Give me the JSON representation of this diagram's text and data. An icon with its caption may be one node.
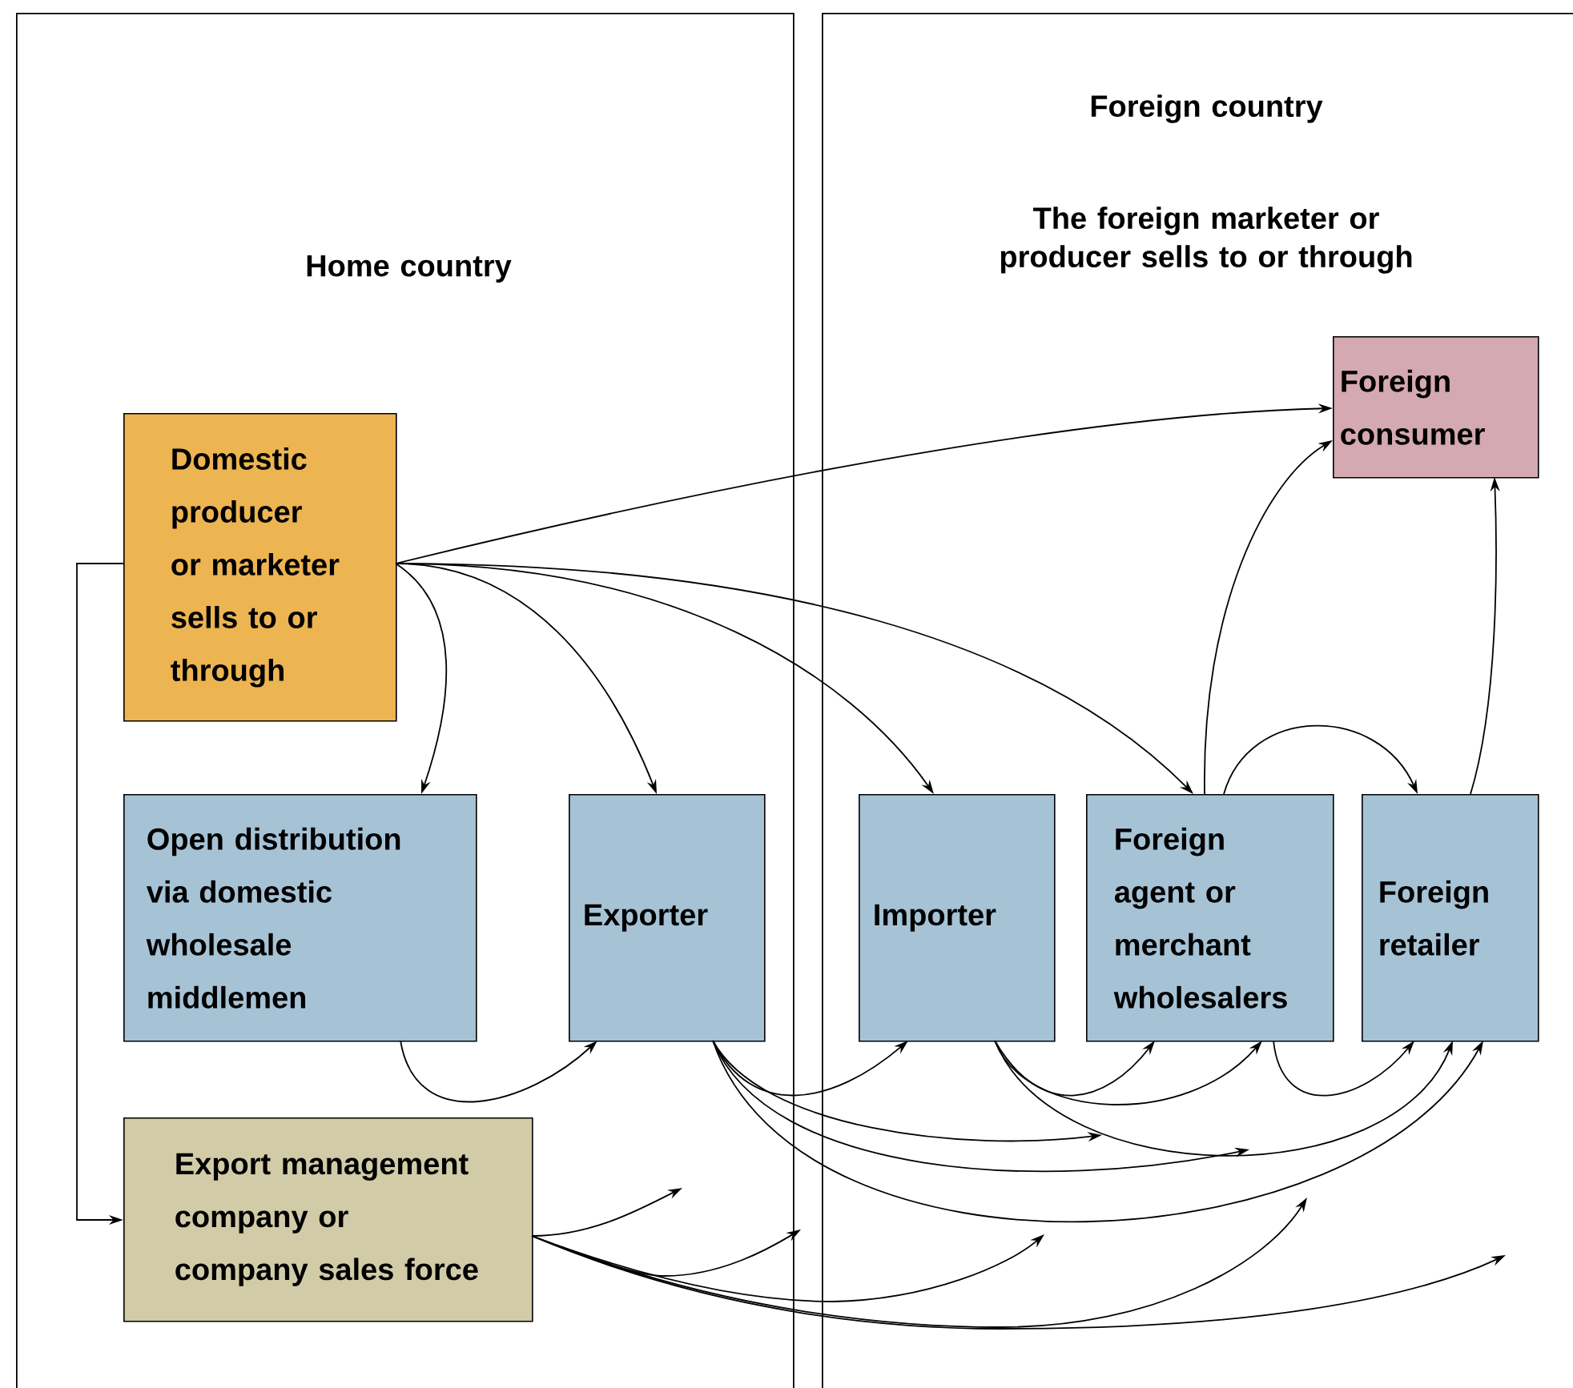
{
  "diagram": {
    "nodes": [
      {
        "text": [
          "Home country"
        ]
      },
      {
        "text": [
          "Foreign country",
          "The foreign marketer or producer sells to or through"
        ]
      },
      {
        "text": [
          "Domestic producer or marketer sells to or through"
        ],
        "in": 0
      },
      {
        "text": [
          "Open distribution via domestic wholesale middlemen"
        ],
        "in": 0
      },
      {
        "text": [
          "Exporter"
        ],
        "in": 0
      },
      {
        "text": [
          "Importer"
        ],
        "in": 1
      },
      {
        "text": [
          "Foreign agent or merchant wholesalers"
        ],
        "in": 1
      },
      {
        "text": [
          "Foreign retailer"
        ],
        "in": 1
      },
      {
        "text": [
          "Foreign consumer"
        ],
        "in": 1
      },
      {
        "text": [
          "Export management company or company sales force"
        ],
        "in": 0
      }
    ],
    "edges": [
      {
        "from": 2,
        "to": 8,
        "arrow": "to"
      },
      {
        "from": 2,
        "to": 3,
        "arrow": "to"
      },
      {
        "from": 2,
        "to": 4,
        "arrow": "to"
      },
      {
        "from": 2,
        "to": 5,
        "arrow": "to"
      },
      {
        "from": 2,
        "to": 6,
        "arrow": "to"
      },
      {
        "from": 2,
        "to": 9,
        "arrow": "to"
      },
      {
        "from": 6,
        "to": 8,
        "arrow": "to"
      },
      {
        "from": 6,
        "to": 7,
        "arrow": "to"
      },
      {
        "from": 7,
        "to": 8,
        "arrow": "to"
      },
      {
        "from": 3,
        "to": 4,
        "arrow": "to"
      },
      {
        "from": 4,
        "to": 5,
        "arrow": "to"
      },
      {
        "from": 4,
        "to": null,
        "arrow": "to"
      },
      {
        "from": 4,
        "to": null,
        "arrow": "to"
      },
      {
        "from": 4,
        "to": 7,
        "arrow": "to"
      },
      {
        "from": 5,
        "to": 6,
        "arrow": "to"
      },
      {
        "from": 5,
        "to": 6,
        "arrow": "to"
      },
      {
        "from": 5,
        "to": 7,
        "arrow": "to"
      },
      {
        "from": 6,
        "to": 7,
        "arrow": "to"
      },
      {
        "from": 9,
        "to": null,
        "arrow": "to"
      },
      {
        "from": 9,
        "to": null,
        "arrow": "to"
      },
      {
        "from": 9,
        "to": null,
        "arrow": "to"
      },
      {
        "from": 9,
        "to": null,
        "arrow": "to"
      },
      {
        "from": 9,
        "to": null,
        "arrow": "to"
      }
    ]
  }
}
